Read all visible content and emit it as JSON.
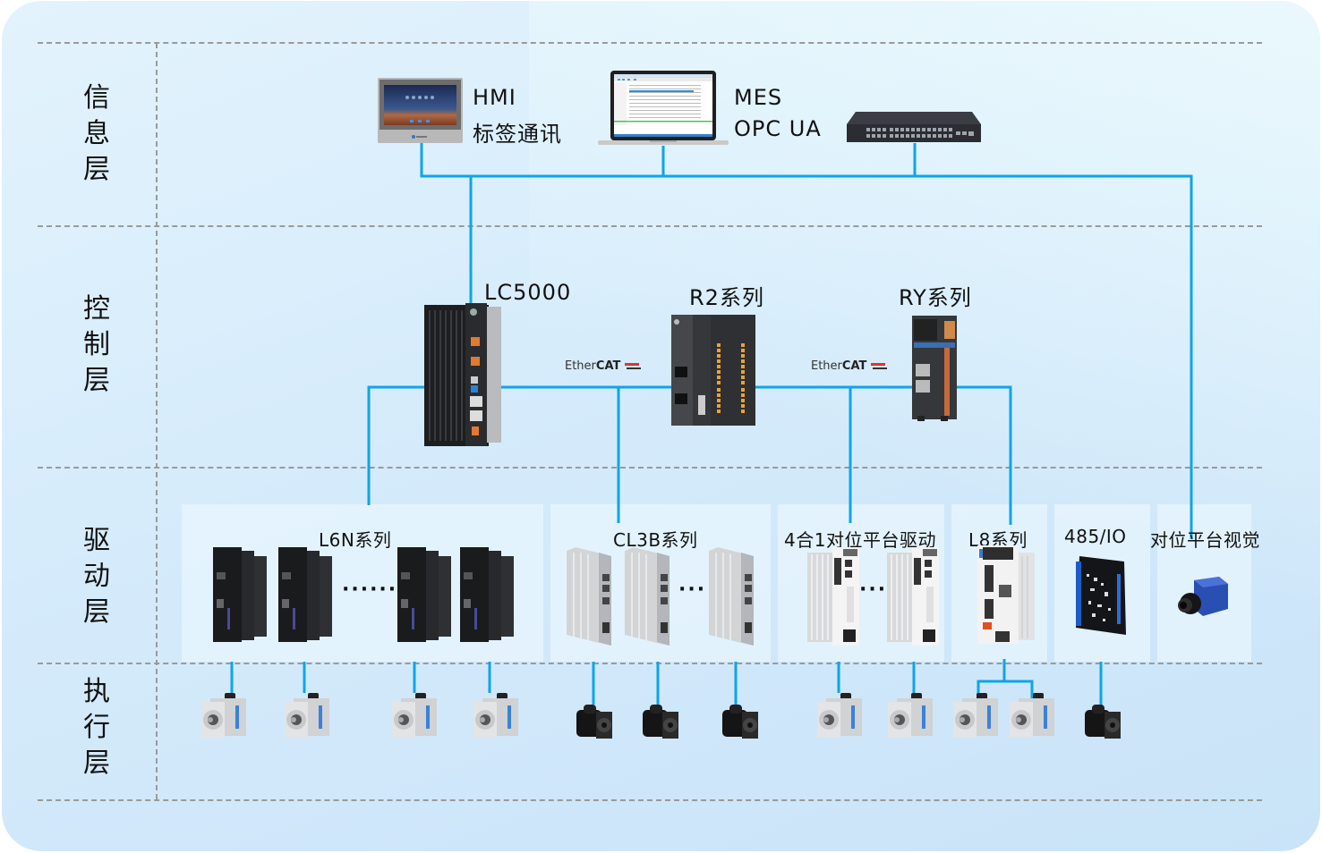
{
  "layers": [
    {
      "id": "info",
      "chars": [
        "信",
        "息",
        "层"
      ]
    },
    {
      "id": "control",
      "chars": [
        "控",
        "制",
        "层"
      ]
    },
    {
      "id": "drive",
      "chars": [
        "驱",
        "动",
        "层"
      ]
    },
    {
      "id": "actuator",
      "chars": [
        "执",
        "行",
        "层"
      ]
    }
  ],
  "info_layer": {
    "hmi": {
      "line1": "HMI",
      "line2": "标签通讯"
    },
    "mes": {
      "line1": "MES",
      "line2": "OPC UA"
    },
    "switch": {
      "icon": "network-switch-icon"
    }
  },
  "control_layer": {
    "lc5000": {
      "label": "LC5000"
    },
    "r2": {
      "label": "R2系列"
    },
    "ry": {
      "label": "RY系列"
    },
    "bus_labels": [
      {
        "prefix": "Ether",
        "bold": "CAT"
      },
      {
        "prefix": "Ether",
        "bold": "CAT"
      }
    ]
  },
  "drive_layer": {
    "groups": [
      {
        "label": "L6N系列",
        "ellipsis": "······"
      },
      {
        "label": "CL3B系列",
        "ellipsis": "···"
      },
      {
        "label": "4合1对位平台驱动",
        "ellipsis": "···"
      },
      {
        "label": "L8系列"
      },
      {
        "label": "485/IO"
      },
      {
        "label": "对位平台视觉"
      }
    ]
  },
  "colors": {
    "wire": "#0ea5e9",
    "dash": "#9a9a9a",
    "text": "#111111"
  }
}
